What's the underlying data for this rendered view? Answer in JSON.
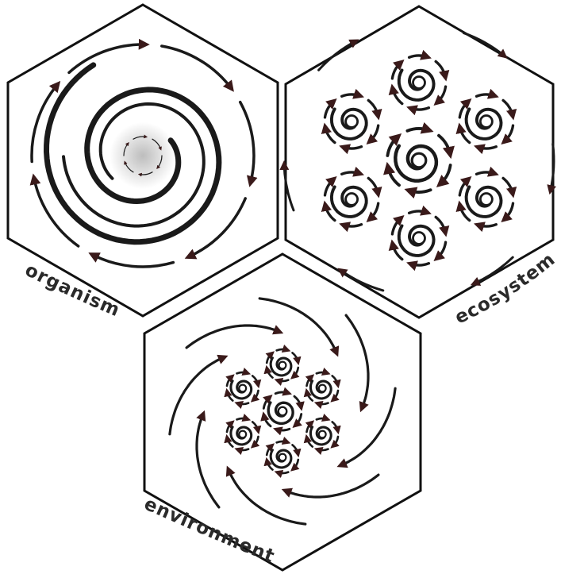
{
  "labels": {
    "organism": "organism",
    "ecosystem": "ecosystem",
    "environment": "environment"
  }
}
